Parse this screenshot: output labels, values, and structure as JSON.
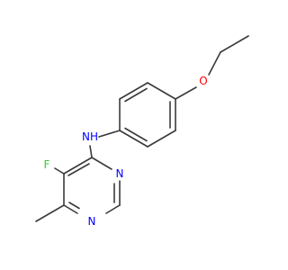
{
  "molecule": {
    "atoms": [
      {
        "id": "n_amine",
        "symbol": "N",
        "hydrogens": "H",
        "color": "#0000ff"
      },
      {
        "id": "o_ether",
        "symbol": "O",
        "color": "#ff0000"
      },
      {
        "id": "f",
        "symbol": "F",
        "color": "#33cc33"
      },
      {
        "id": "n_ring_upper",
        "symbol": "N",
        "color": "#0000ff"
      },
      {
        "id": "n_ring_lower",
        "symbol": "N",
        "color": "#0000ff"
      }
    ],
    "bond_color": "#3a3a3a"
  }
}
